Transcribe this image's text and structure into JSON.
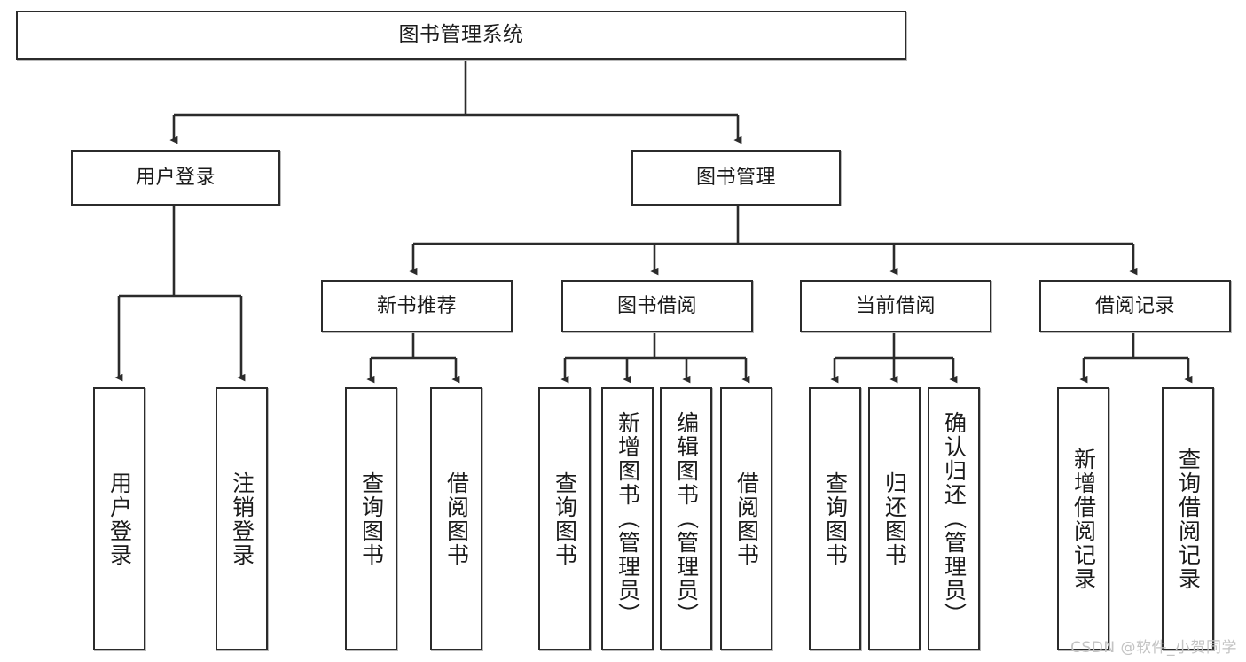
{
  "diagram": {
    "title": "图书管理系统",
    "type": "tree-hierarchy",
    "stroke_color": "#2b2b2b",
    "fill_color": "#ffffff",
    "text_color": "#1b1b1b"
  },
  "nodes": {
    "root": {
      "label": "图书管理系统"
    },
    "level2": [
      {
        "label": "用户登录"
      },
      {
        "label": "图书管理"
      }
    ],
    "level3": [
      {
        "label": "新书推荐"
      },
      {
        "label": "图书借阅"
      },
      {
        "label": "当前借阅"
      },
      {
        "label": "借阅记录"
      }
    ],
    "leaves_user_login": [
      {
        "label": "用户登录"
      },
      {
        "label": "注销登录"
      }
    ],
    "leaves_new_book": [
      {
        "label": "查询图书"
      },
      {
        "label": "借阅图书"
      }
    ],
    "leaves_borrow": [
      {
        "label": "查询图书"
      },
      {
        "label": "新增图书（管理员）"
      },
      {
        "label": "编辑图书（管理员）"
      },
      {
        "label": "借阅图书"
      }
    ],
    "leaves_current": [
      {
        "label": "查询图书"
      },
      {
        "label": "归还图书"
      },
      {
        "label": "确认归还（管理员）"
      }
    ],
    "leaves_records": [
      {
        "label": "新增借阅记录"
      },
      {
        "label": "查询借阅记录"
      }
    ]
  },
  "watermark": {
    "text": "CSDN @软件_小贺同学"
  }
}
